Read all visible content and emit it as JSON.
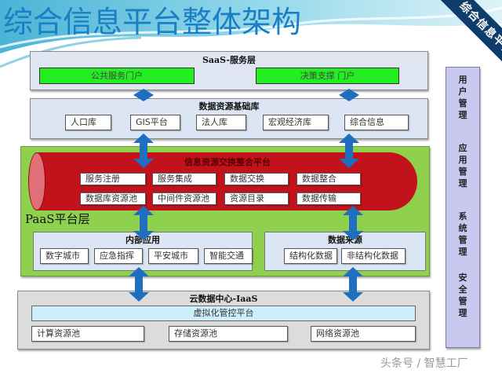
{
  "title": "综合信息平台整体架构",
  "corner_banner": "综合信息平台",
  "saas": {
    "title": "SaaS-服务层",
    "portals": [
      "公共服务门户",
      "决策支撑 门户"
    ]
  },
  "data_base": {
    "title": "数据资源基础库",
    "items": [
      "人口库",
      "GIS平台",
      "法人库",
      "宏观经济库",
      "综合信息"
    ]
  },
  "paas": {
    "label": "PaaS平台层",
    "exchange": {
      "title": "信息资源交换整合平台",
      "row1": [
        "服务注册",
        "服务集成",
        "数据交换",
        "数据整合"
      ],
      "row2": [
        "数据库资源池",
        "中间件资源池",
        "资源目录",
        "数据传输"
      ]
    },
    "internal_apps": {
      "title": "内部应用",
      "items": [
        "数字城市",
        "应急指挥",
        "平安城市",
        "智能交通"
      ]
    },
    "data_sources": {
      "title": "数据来源",
      "items": [
        "结构化数据",
        "非结构化数据"
      ]
    }
  },
  "iaas": {
    "title": "云数据中心-IaaS",
    "virtualization": "虚拟化管控平台",
    "pools": [
      "计算资源池",
      "存储资源池",
      "网络资源池"
    ]
  },
  "management": {
    "items": [
      "用户管理",
      "应用管理",
      "系统管理",
      "安全管理"
    ]
  },
  "watermark": "头条号 / 智慧工厂",
  "colors": {
    "title": "#1a7fc4",
    "saas_portal": "#22ee22",
    "paas_bg": "#8fd14f",
    "exchange_cylinder": "#c2121b",
    "arrow": "#1f6fc0",
    "management_bg": "#c9c9f0",
    "corner_banner": "#0e3d6b"
  }
}
